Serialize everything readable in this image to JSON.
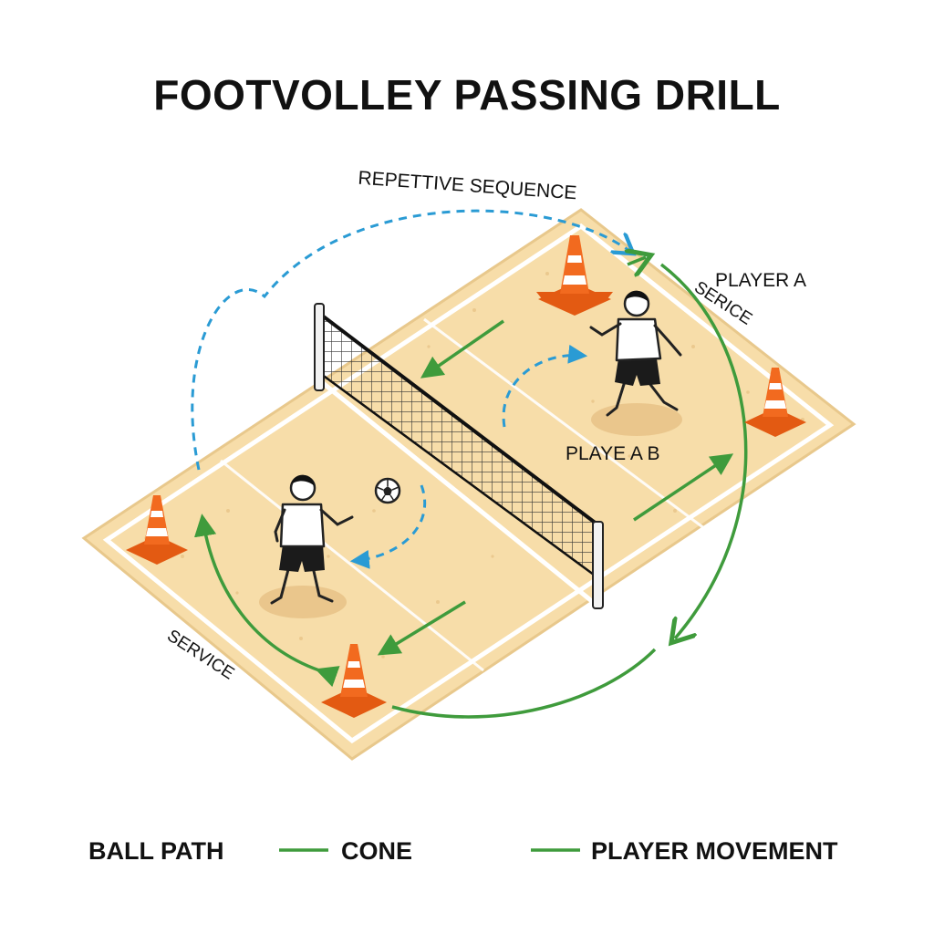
{
  "title": "FOOTVOLLEY PASSING DRILL",
  "labels": {
    "sequence": "REPETTIVE SEQUENCE",
    "player_a": "PLAYER A",
    "serice": "SERICE",
    "player_b": "PLAYE A B",
    "service": "SERVICE"
  },
  "legend": {
    "ball_path": "BALL PATH",
    "cone": "CONE",
    "player_movement": "PLAYER MOVEMENT"
  },
  "colors": {
    "sand": "#f7dda9",
    "sand_edge": "#e8c88c",
    "line": "#ffffff",
    "ball_path": "#2a9bd4",
    "movement": "#3f9b3c",
    "cone": "#f26a1f",
    "cone_stripe": "#ffffff",
    "ink": "#111111"
  },
  "icons": {
    "cone": "traffic-cone-icon",
    "ball": "football-icon",
    "player": "player-figure-icon"
  }
}
